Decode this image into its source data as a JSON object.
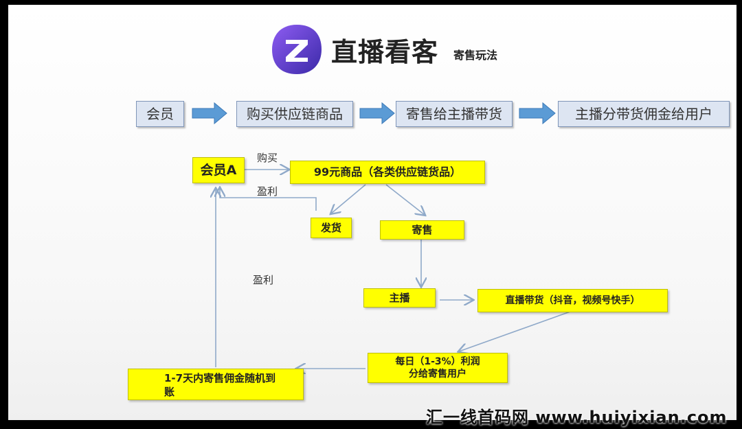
{
  "header": {
    "title": "直播看客",
    "subtitle": "寄售玩法",
    "logo_letter": "Z"
  },
  "process_steps": [
    {
      "label": "会员"
    },
    {
      "label": "购买供应链商品"
    },
    {
      "label": "寄售给主播带货"
    },
    {
      "label": "主播分带货佣金给用户"
    }
  ],
  "flow": {
    "member_a": "会员A",
    "buy_label": "购买",
    "product": "99元商品（各类供应链货品）",
    "profit_label_top": "盈利",
    "ship": "发货",
    "consign": "寄售",
    "anchor": "主播",
    "live_sale": "直播带货（抖音，视频号快手）",
    "daily_profit": "每日（1-3%）利润\n分给寄售用户",
    "commission": "1-7天内寄售佣金随机到\n账",
    "profit_label_left": "盈利"
  },
  "watermark": "汇一线首码网 www.huiyixian.com",
  "colors": {
    "step_fill": "#dde5f2",
    "step_arrow": "#5b9bd5",
    "highlight": "#ffff00",
    "connector": "#8fa9c9"
  }
}
